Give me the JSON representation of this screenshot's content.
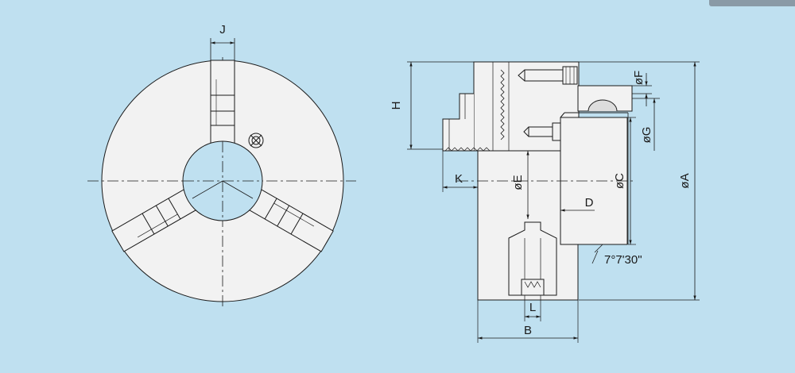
{
  "labels": {
    "J": "J",
    "H": "H",
    "dia_F": "øF",
    "dia_G": "øG",
    "dia_C": "øC",
    "dia_A": "øA",
    "dia_E": "øE",
    "K": "K",
    "D": "D",
    "B": "B",
    "L": "L",
    "angle": "7°7'30\""
  },
  "colors": {
    "background": "#bfe0f0",
    "part_fill": "#f2f2f2",
    "line": "#1a1a1a"
  }
}
